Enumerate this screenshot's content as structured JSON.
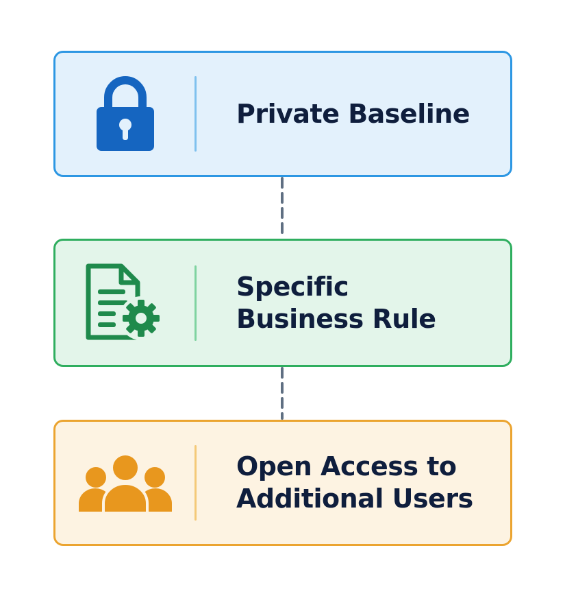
{
  "steps": [
    {
      "lines": [
        "Private Baseline"
      ],
      "icon": "lock-icon",
      "accent": "#1565c0",
      "border": "#2d97e3",
      "fill": "#e3f1fc"
    },
    {
      "lines": [
        "Specific",
        "Business Rule"
      ],
      "icon": "document-gear-icon",
      "accent": "#1f8a4c",
      "border": "#2fae5f",
      "fill": "#e3f5ea"
    },
    {
      "lines": [
        "Open Access to",
        "Additional Users"
      ],
      "icon": "users-group-icon",
      "accent": "#e8971e",
      "border": "#eba430",
      "fill": "#fdf3e2"
    }
  ],
  "connector_color": "#5f6f82"
}
